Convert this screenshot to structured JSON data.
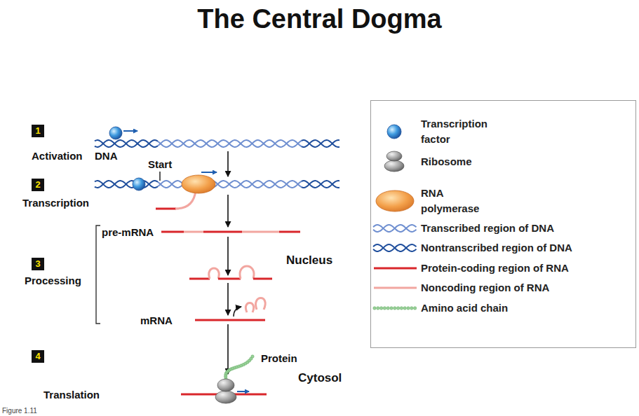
{
  "diagram": {
    "title": "The Central Dogma",
    "nodes": [
      {
        "text": [
          "Cytosol"
        ]
      },
      {
        "text": [
          "Nucleus"
        ],
        "in": 0
      },
      {
        "text": [
          "1"
        ],
        "in": 1
      },
      {
        "text": [
          "2"
        ],
        "in": 1
      },
      {
        "text": [
          "3"
        ],
        "in": 1
      },
      {
        "text": [
          "4"
        ],
        "in": 0
      }
    ],
    "labels": [
      "Activation",
      "DNA",
      "Start",
      "Transcription",
      "pre-mRNA",
      "Processing",
      "mRNA",
      "Protein",
      "Translation",
      "Figure 1.11"
    ],
    "legend": [
      {
        "text": "Transcription factor"
      },
      {
        "text": "Ribosome"
      },
      {
        "text": "RNA polymerase"
      },
      {
        "text": "Transcribed region of DNA"
      },
      {
        "text": "Nontranscribed region of DNA"
      },
      {
        "text": "Protein-coding region of RNA"
      },
      {
        "text": "Noncoding region of RNA"
      },
      {
        "text": "Amino acid chain"
      }
    ]
  }
}
